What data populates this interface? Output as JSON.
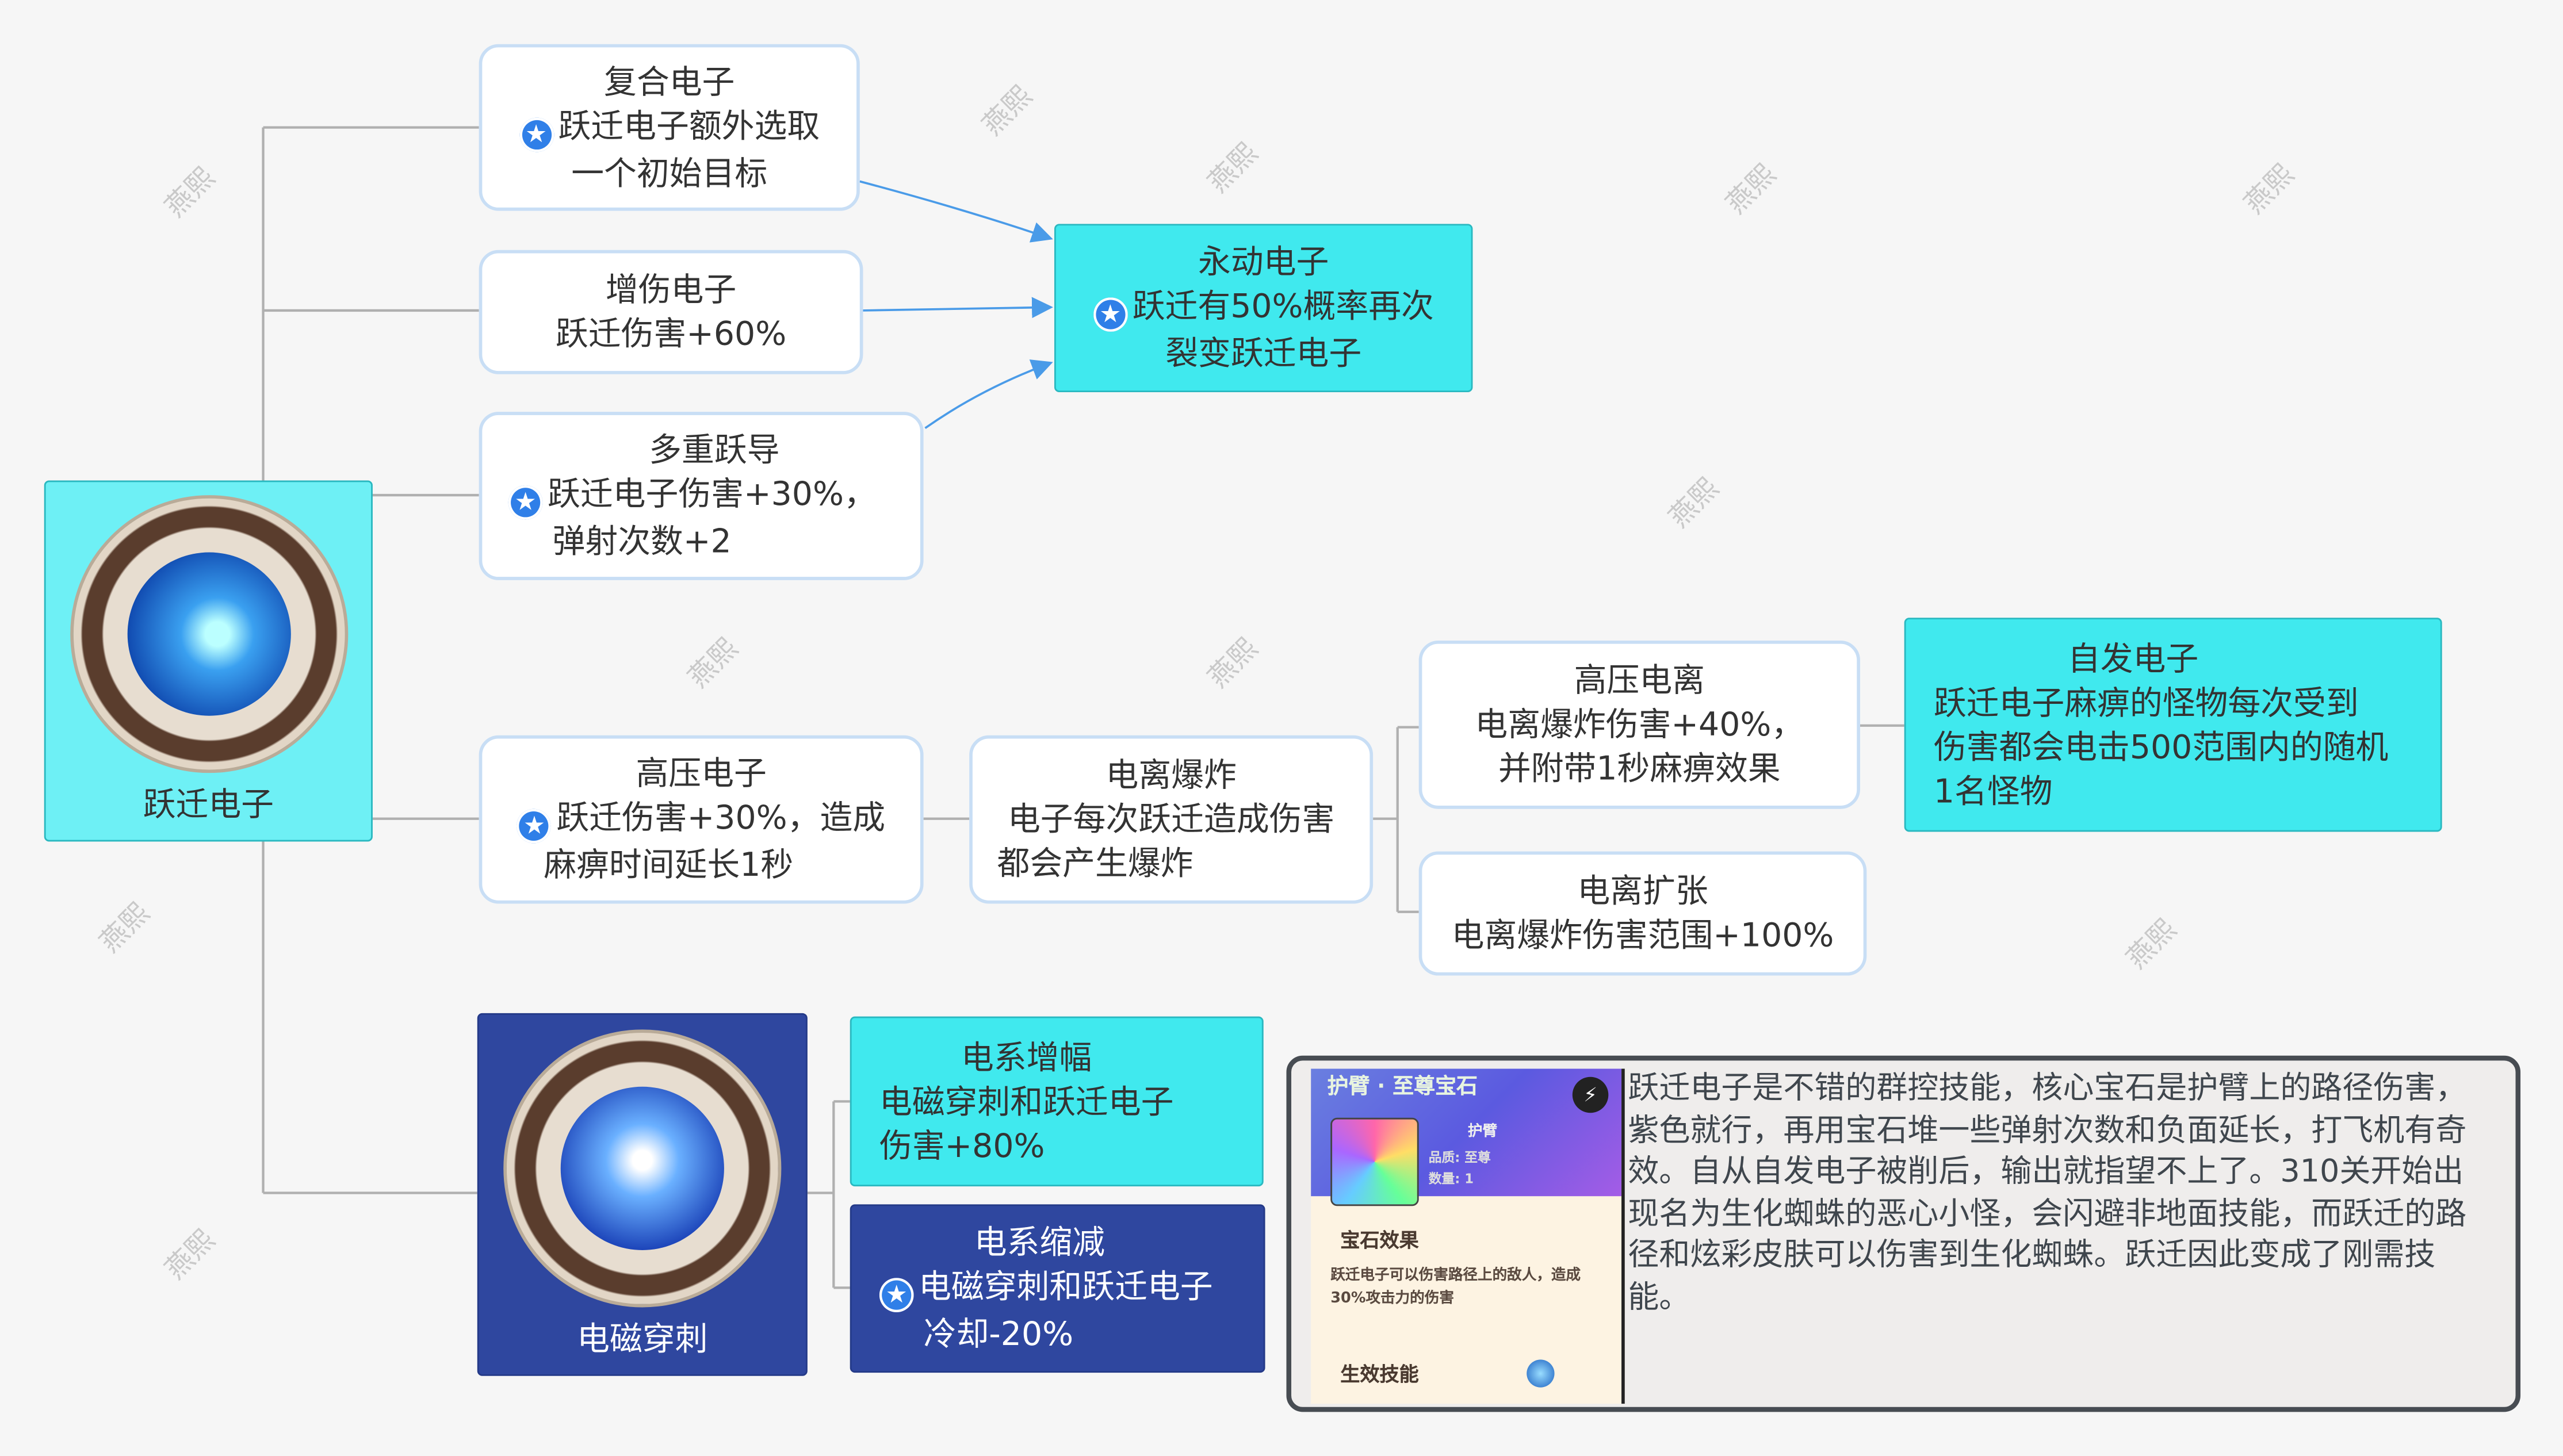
{
  "root": {
    "label": "跃迁电子"
  },
  "nodes": {
    "fuhe": {
      "title": "复合电子",
      "lines": [
        "跃迁电子额外选取",
        "一个初始目标"
      ]
    },
    "zengshang": {
      "title": "增伤电子",
      "lines": [
        "跃迁伤害+60%"
      ]
    },
    "duochong": {
      "title": "多重跃导",
      "lines": [
        "跃迁电子伤害+30%，",
        "弹射次数+2"
      ]
    },
    "yongdong": {
      "title": "永动电子",
      "lines": [
        "跃迁有50%概率再次",
        "裂变跃迁电子"
      ]
    },
    "gaoya": {
      "title": "高压电子",
      "lines": [
        "跃迁伤害+30%，造成",
        "麻痹时间延长1秒"
      ]
    },
    "dianli_baozha": {
      "title": "电离爆炸",
      "lines": [
        "电子每次跃迁造成伤害",
        "都会产生爆炸"
      ]
    },
    "gaoya_dianli": {
      "title": "高压电离",
      "lines": [
        "电离爆炸伤害+40%，",
        "并附带1秒麻痹效果"
      ]
    },
    "dianli_kuozhang": {
      "title": "电离扩张",
      "lines": [
        "电离爆炸伤害范围+100%"
      ]
    },
    "zifa": {
      "title": "自发电子",
      "lines": [
        "跃迁电子麻痹的怪物每次受到",
        "伤害都会电击500范围内的随机",
        "1名怪物"
      ]
    },
    "dianci": {
      "title": "电磁穿刺"
    },
    "zengfu": {
      "title": "电系增幅",
      "lines": [
        "电磁穿刺和跃迁电子",
        "伤害+80%"
      ]
    },
    "suojian": {
      "title": "电系缩减",
      "lines": [
        "电磁穿刺和跃迁电子",
        "冷却-20%"
      ]
    }
  },
  "gem_card": {
    "title": "护臂 · 至尊宝石",
    "slot": "护臂",
    "quality_label": "品质:",
    "quality": "至尊",
    "count_label": "数量:",
    "count": "1",
    "effect_header": "宝石效果",
    "effect": "跃迁电子可以伤害路径上的敌人，造成30%攻击力的伤害",
    "skill_header": "生效技能"
  },
  "comment": [
    "跃迁电子是不错的群控技能，核心宝石是护臂上的路径伤害，",
    "紫色就行，再用宝石堆一些弹射次数和负面延长，打飞机有奇",
    "效。自从自发电子被削后，输出就指望不上了。310关开始出",
    "现名为生化蜘蛛的恶心小怪，会闪避非地面技能，而跃迁的路",
    "径和炫彩皮肤可以伤害到生化蜘蛛。跃迁因此变成了刚需技能。"
  ],
  "watermark": "燕熙",
  "colors": {
    "cyan": "#40e9ee",
    "dark": "#2f479f",
    "star": "#2f7fe8",
    "arrow": "#4a9be8"
  }
}
